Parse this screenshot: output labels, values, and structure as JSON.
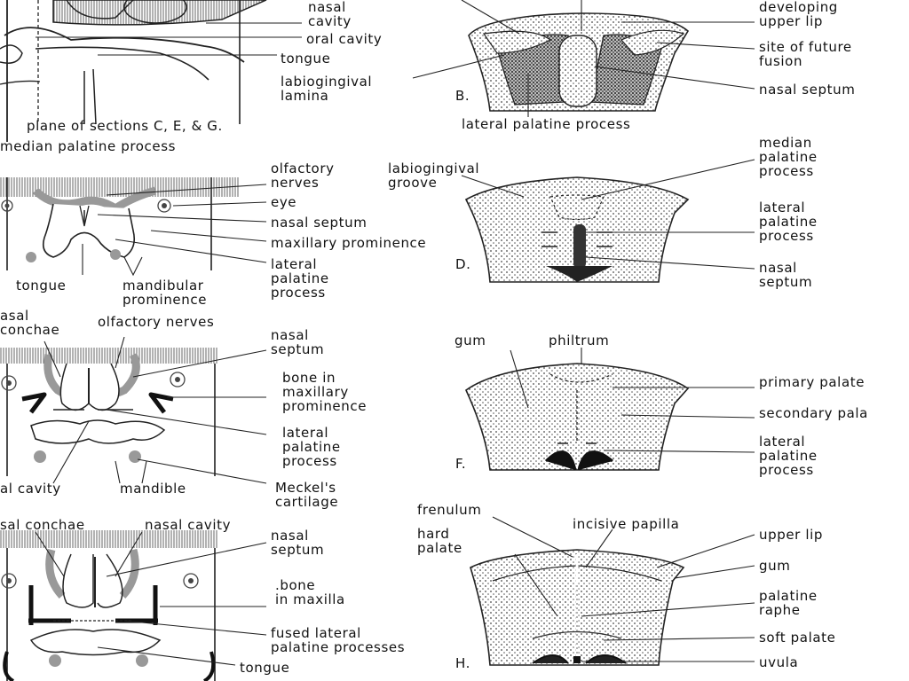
{
  "labels": {
    "nasal_cavity_a": "nasal\ncavity",
    "oral_cavity_a": "oral cavity",
    "tongue_a": "tongue",
    "labiogingival_lamina": "labiogingival\nlamina",
    "plane_of_sections": "plane of sections C, E, & G.",
    "median_palatine_process_a": "median palatine process",
    "developing_upper_lip": "developing\nupper lip",
    "site_of_future_fusion": "site of future\nfusion",
    "nasal_septum_b": "nasal septum",
    "lateral_palatine_process_b": "lateral palatine process",
    "letter_b": "B.",
    "olfactory_nerves_c": "olfactory\nnerves",
    "eye_c": "eye",
    "nasal_septum_c": "nasal septum",
    "maxillary_prominence_c": "maxillary prominence",
    "lateral_palatine_process_c": "lateral\npalatine\nprocess",
    "tongue_c": "tongue",
    "mandibular_prominence_c": "mandibular\nprominence",
    "labiogingival_groove": "labiogingival\ngroove",
    "median_palatine_process_d": "median\npalatine\nprocess",
    "lateral_palatine_process_d": "lateral\npalatine\nprocess",
    "nasal_septum_d": "nasal\nseptum",
    "letter_d": "D.",
    "nasal_conchae_e": "asal\nconchae",
    "olfactory_nerves_e": "olfactory nerves",
    "nasal_septum_e": "nasal\nseptum",
    "bone_in_maxillary_prominence": "bone in\nmaxillary\nprominence",
    "lateral_palatine_process_e": "lateral\npalatine\nprocess",
    "oral_cavity_e": "al cavity",
    "mandible_e": "mandible",
    "meckels_cartilage": "Meckel's\ncartilage",
    "gum_f": "gum",
    "philtrum": "philtrum",
    "primary_palate": "primary palate",
    "secondary_palate": "secondary pala",
    "lateral_palatine_process_f": "lateral\npalatine\nprocess",
    "letter_f": "F.",
    "nasal_conchae_g": "sal conchae",
    "nasal_cavity_g": "nasal cavity",
    "nasal_septum_g": "nasal\nseptum",
    "bone_in_maxilla": ".bone\nin maxilla",
    "fused_lateral_palatine_processes": "fused lateral\npalatine processes",
    "tongue_g": "tongue",
    "frenulum": "frenulum",
    "hard_palate": "hard\npalate",
    "incisive_papilla": "incisive papilla",
    "upper_lip_h": "upper lip",
    "gum_h": "gum",
    "palatine_raphe": "palatine\nraphe",
    "soft_palate": "soft palate",
    "uvula": "uvula",
    "letter_h": "H."
  }
}
